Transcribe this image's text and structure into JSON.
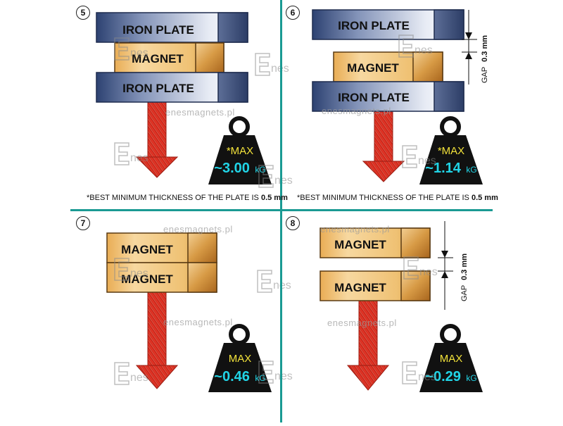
{
  "labels": {
    "iron_plate": "IRON PLATE",
    "magnet": "MAGNET",
    "gap": "GAP",
    "gap_value": "0.3 mm",
    "unit": "kG",
    "watermark_url": "enesmagnets.pl",
    "logo_letters": "nes"
  },
  "panels": [
    {
      "number": "5",
      "max_label": "*MAX",
      "value": "~3.00",
      "note_prefix": "*BEST MINIMUM THICKNESS OF THE PLATE IS ",
      "note_value": "0.5 mm"
    },
    {
      "number": "6",
      "max_label": "*MAX",
      "value": "~1.14",
      "note_prefix": "*BEST MINIMUM THICKNESS OF THE PLATE IS ",
      "note_value": "0.5 mm"
    },
    {
      "number": "7",
      "max_label": "MAX",
      "value": "~0.46"
    },
    {
      "number": "8",
      "max_label": "MAX",
      "value": "~0.29"
    }
  ],
  "colors": {
    "divider": "#1a9a93",
    "max_text": "#f2e23a",
    "value_text": "#21d4e6",
    "arrow": "#d9291c"
  }
}
